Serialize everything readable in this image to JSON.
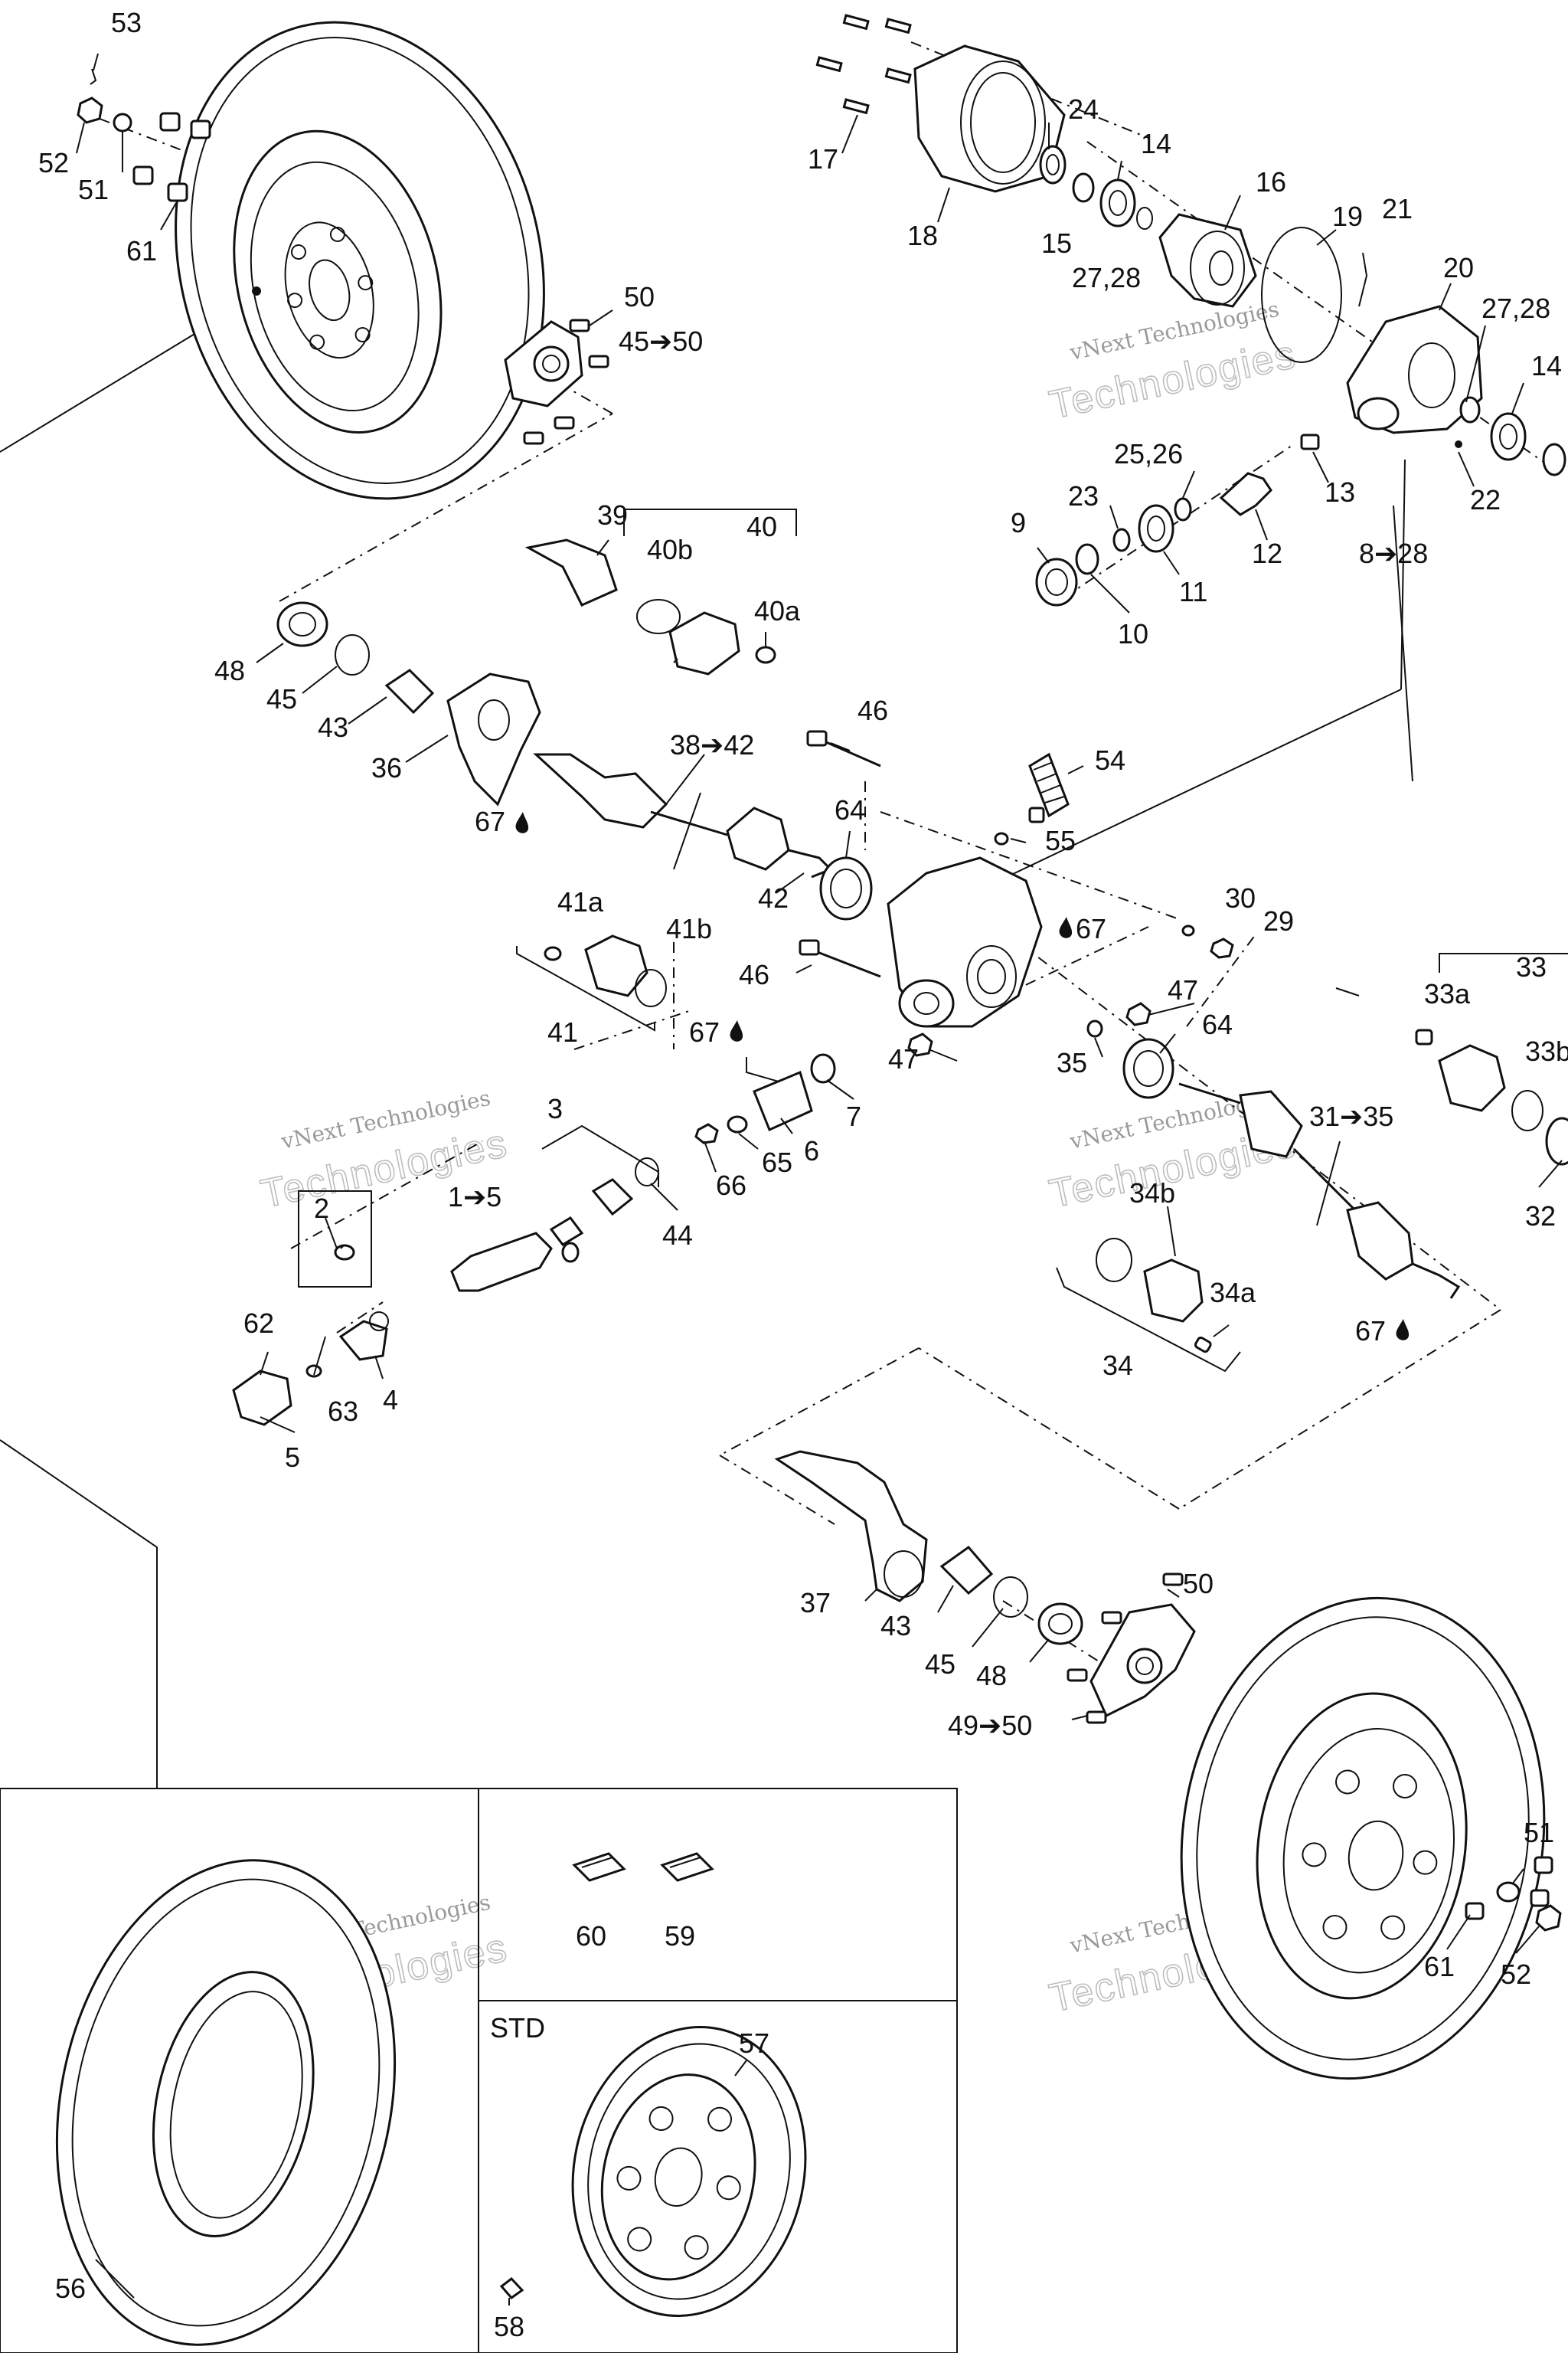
{
  "watermark": {
    "line1": "vNext Technologies",
    "line2": "Technologies"
  },
  "labels": {
    "l53": "53",
    "l52": "52",
    "l51": "51",
    "l61": "61",
    "l50a": "50",
    "l45_50": "45➔50",
    "l17": "17",
    "l18": "18",
    "l24": "24",
    "l14a": "14",
    "l15": "15",
    "l16": "16",
    "l27_28a": "27,28",
    "l19": "19",
    "l21": "21",
    "l20": "20",
    "l27_28b": "27,28",
    "l14b": "14",
    "l22": "22",
    "l13": "13",
    "l8_28": "8➔28",
    "l12": "12",
    "l25_26": "25,26",
    "l23": "23",
    "l11": "11",
    "l10": "10",
    "l9": "9",
    "l39": "39",
    "l40": "40",
    "l40b": "40b",
    "l40a": "40a",
    "l48a": "48",
    "l45a": "45",
    "l43a": "43",
    "l36": "36",
    "l67a": "67",
    "l38_42": "38➔42",
    "l46a": "46",
    "l54": "54",
    "l55": "55",
    "l64a": "64",
    "l42": "42",
    "l41a": "41a",
    "l41b": "41b",
    "l41": "41",
    "l46b": "46",
    "l67b": "67",
    "l30": "30",
    "l29": "29",
    "l47a": "47",
    "l64b": "64",
    "l67c": "67",
    "l47b": "47",
    "l35": "35",
    "l7": "7",
    "l33": "33",
    "l33a": "33a",
    "l33b": "33b",
    "l31_35": "31➔35",
    "l32": "32",
    "l3": "3",
    "l66": "66",
    "l65": "65",
    "l6": "6",
    "l44": "44",
    "l1_5": "1➔5",
    "l2": "2",
    "l62": "62",
    "l63": "63",
    "l4": "4",
    "l5": "5",
    "l34b": "34b",
    "l34a": "34a",
    "l34": "34",
    "l67d": "67",
    "l37": "37",
    "l43b": "43",
    "l45b": "45",
    "l48b": "48",
    "l50b": "50",
    "l49_50": "49➔50",
    "l51b": "51",
    "l61b": "61",
    "l52b": "52",
    "l60": "60",
    "l59": "59",
    "l56": "56",
    "std": "STD",
    "l57": "57",
    "l58": "58"
  }
}
